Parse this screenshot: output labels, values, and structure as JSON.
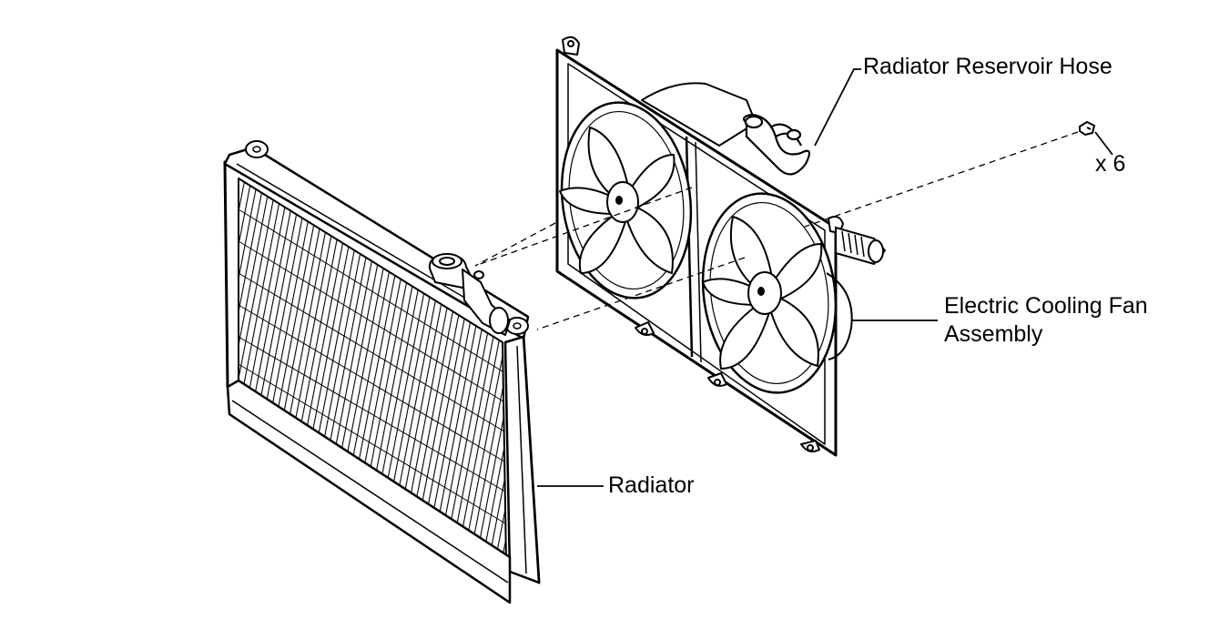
{
  "labels": {
    "reservoir_hose": "Radiator Reservoir Hose",
    "bolt_quantity": "x 6",
    "fan_assembly_line1": "Electric Cooling Fan",
    "fan_assembly_line2": "Assembly",
    "radiator": "Radiator"
  },
  "colors": {
    "ink": "#000000",
    "background": "#ffffff"
  },
  "icons": {
    "bolt": "bolt-icon",
    "fan": "fan-icon"
  }
}
